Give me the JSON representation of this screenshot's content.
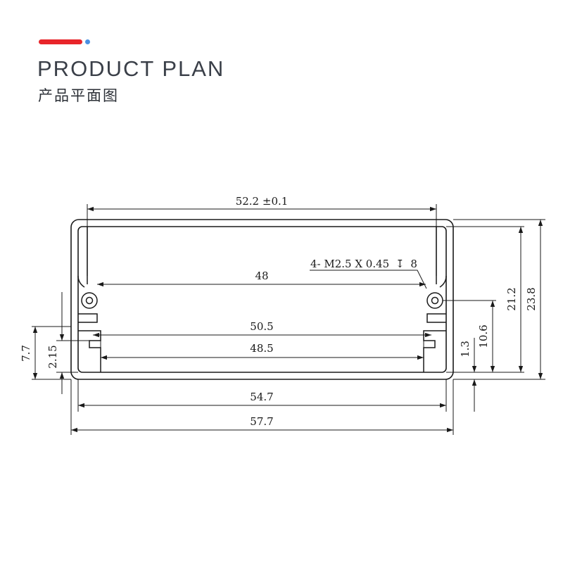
{
  "header": {
    "title_en": "PRODUCT PLAN",
    "title_cn": "产品平面图",
    "accent_color": "#e8252a",
    "dot_color": "#4a90e2"
  },
  "drawing": {
    "dimensions": {
      "top_width": "52.2 ±0.1",
      "screw_spacing": "48",
      "screw_note": "4- M2.5 X 0.45",
      "screw_depth_symbol": "↧",
      "screw_depth": "8",
      "inner_rail_outer": "50.5",
      "inner_rail_inner": "48.5",
      "inner_width": "54.7",
      "outer_width": "57.7",
      "left_height": "7.7",
      "left_slot": "2.15",
      "right_wall": "1.3",
      "right_screw_height": "10.6",
      "right_inner_height": "21.2",
      "right_outer_height": "23.8"
    }
  }
}
